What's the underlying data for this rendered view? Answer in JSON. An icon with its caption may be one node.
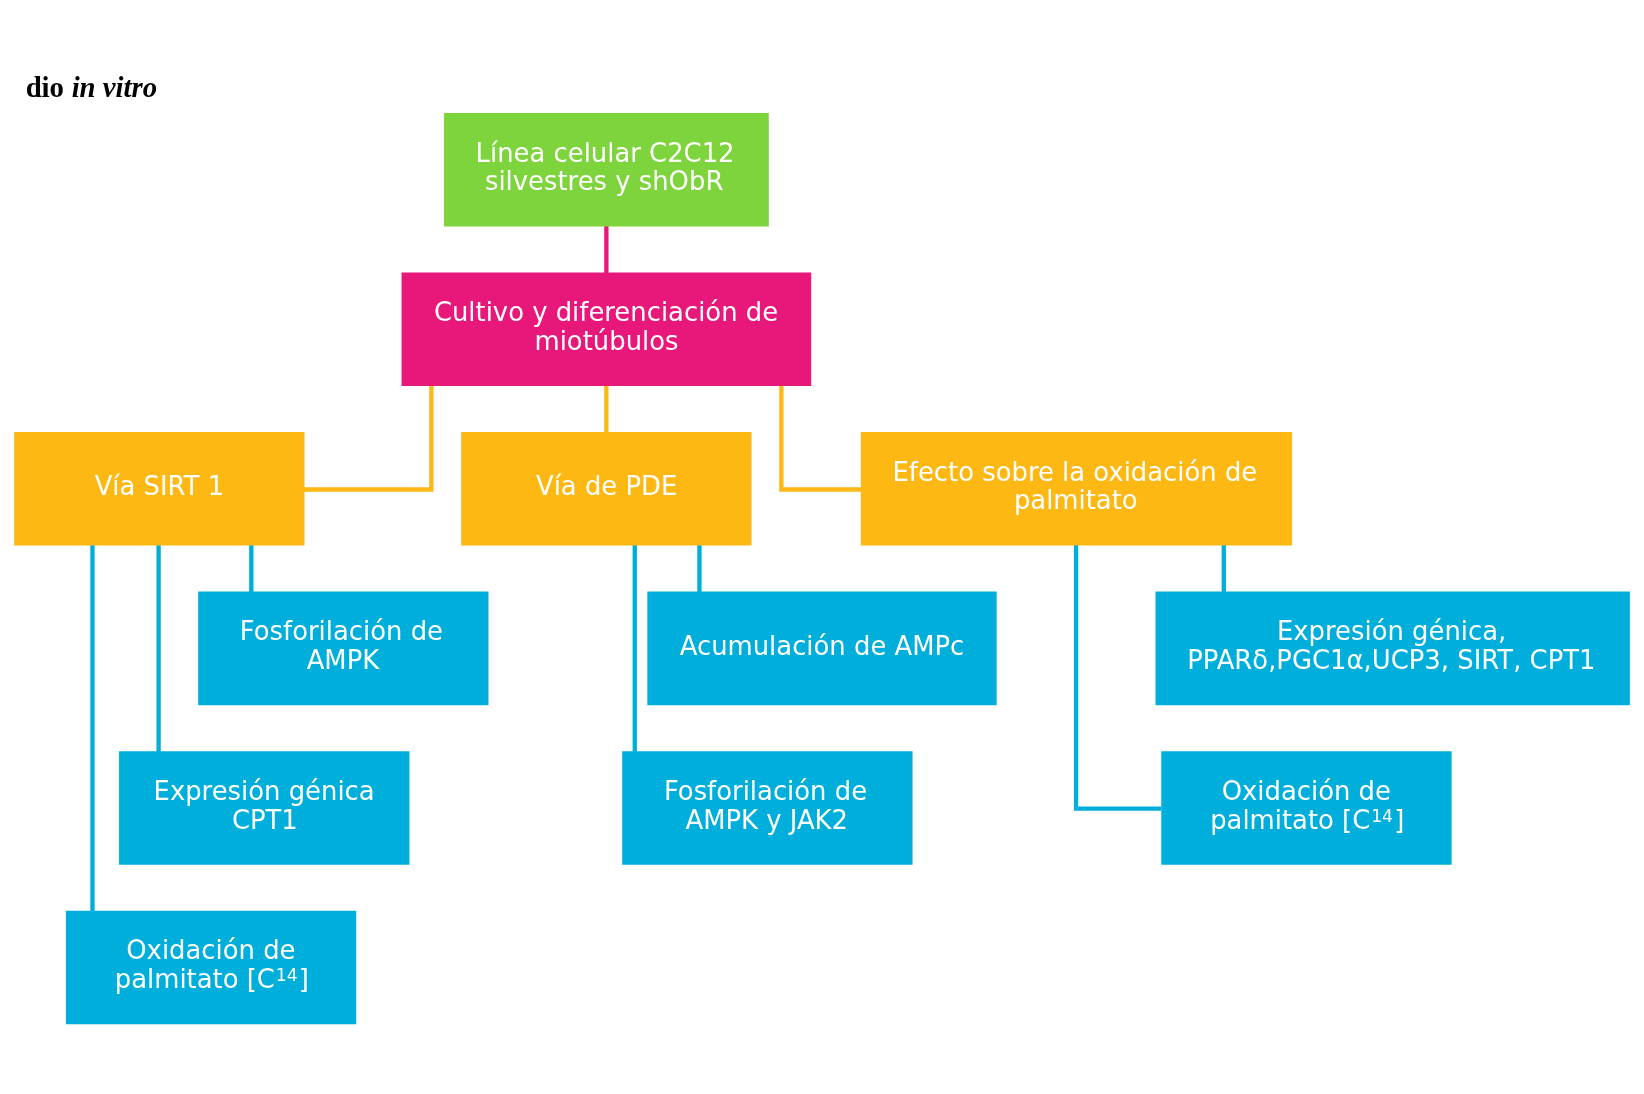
{
  "diagram": {
    "title": "dio *in vitro*",
    "nodes": [
      {
        "text": [
          "Línea celular C2C12 silvestres y shObR"
        ]
      },
      {
        "text": [
          "Cultivo y diferenciación de miotúbulos"
        ]
      },
      {
        "text": [
          "Vía SIRT 1"
        ]
      },
      {
        "text": [
          "Vía de PDE"
        ]
      },
      {
        "text": [
          "Efecto sobre la oxidación de palmitato"
        ]
      },
      {
        "text": [
          "Fosforilación de AMPK"
        ]
      },
      {
        "text": [
          "Expresión génica CPT1"
        ]
      },
      {
        "text": [
          "Oxidación de palmitato [C$^{14}$]"
        ]
      },
      {
        "text": [
          "Acumulación de AMPc"
        ]
      },
      {
        "text": [
          "Fosforilación de AMPK y JAK2"
        ]
      },
      {
        "text": [
          "Expresión génica, PPARδ,PGC1α,UCP3, SIRT, CPT1"
        ]
      },
      {
        "text": [
          "Oxidación de palmitato [C$^{14}$]"
        ]
      }
    ],
    "edges": [
      {
        "from": 0,
        "to": 1,
        "arrow": "none",
        "color": "#e8177a"
      },
      {
        "from": 1,
        "to": 2,
        "arrow": "none",
        "color": "#fdb813"
      },
      {
        "from": 1,
        "to": 3,
        "arrow": "none",
        "color": "#fdb813"
      },
      {
        "from": 1,
        "to": 4,
        "arrow": "none",
        "color": "#fdb813"
      },
      {
        "from": 2,
        "to": 5,
        "arrow": "none"
      },
      {
        "from": 2,
        "to": 6,
        "arrow": "none"
      },
      {
        "from": 2,
        "to": 7,
        "arrow": "none"
      },
      {
        "from": 3,
        "to": 8,
        "arrow": "none"
      },
      {
        "from": 3,
        "to": 9,
        "arrow": "none"
      },
      {
        "from": 4,
        "to": 10,
        "arrow": "none"
      },
      {
        "from": 4,
        "to": 11,
        "arrow": "none"
      }
    ]
  }
}
